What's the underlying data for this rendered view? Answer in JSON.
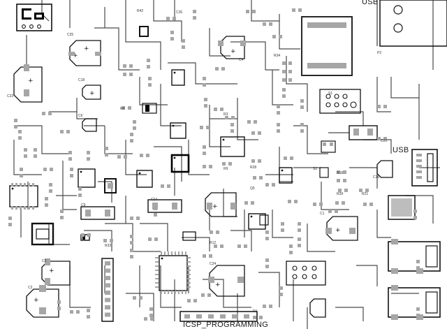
{
  "title": "",
  "colors": {
    "trace": "#4a4a4a",
    "outline": "#111111",
    "pad": "#a6a6a6",
    "background": "#ffffff",
    "fill_dark": "#000000"
  },
  "labels": {
    "usb_top": "USB",
    "usb_right": "USB",
    "icsp": "ICSP_PROGRAMMING"
  },
  "refs": {
    "c25": "C25",
    "c18": "C18",
    "c23": "C23",
    "c6": "C6",
    "c4": "C4",
    "r42": "R42",
    "r34": "R34",
    "s1": "S1",
    "p2": "P2",
    "c20": "C20",
    "r18": "R18",
    "r39": "R39",
    "r21": "R21",
    "c16": "C16",
    "r28": "R28",
    "r9": "R9",
    "q5": "Q5",
    "c14": "C14",
    "c9": "C9",
    "r33": "R33",
    "c24": "C24",
    "c1": "C1",
    "c3": "C3",
    "c2": "C2",
    "s2": "S2",
    "d1": "D1",
    "r12": "R12",
    "c26": "C26",
    "r3": "R3",
    "r4": "R4"
  }
}
